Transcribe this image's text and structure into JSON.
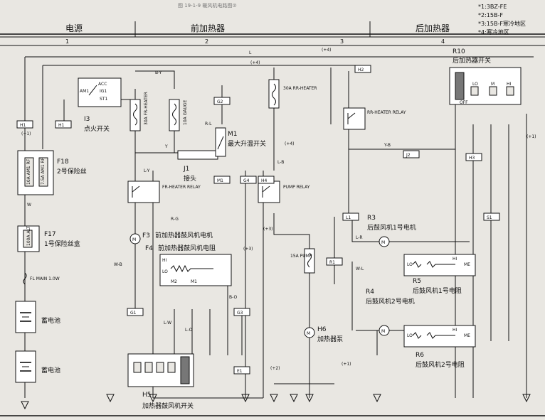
{
  "header": {
    "faint_title": "图 19-1-9  暖风机电路图②",
    "col1": "电源",
    "col2": "前加热器",
    "col3": "后加热器",
    "col_numbers": [
      "1",
      "2",
      "3",
      "4"
    ]
  },
  "legend_notes": [
    "*1:3BZ-FE",
    "*2:15B-F",
    "*3:15B-F寒冷地区",
    "*4:寒冷地区"
  ],
  "components": {
    "I3": {
      "code": "I3",
      "name": "点火开关",
      "terms": [
        "ACC",
        "IG1",
        "ST1",
        "AM1"
      ]
    },
    "F18": {
      "code": "F18",
      "name": "2号保险丝"
    },
    "F17": {
      "code": "F17",
      "name": "1号保险丝盒"
    },
    "J1": {
      "code": "J1",
      "name": "接头"
    },
    "M1": {
      "code": "M1",
      "name": "最大升温开关"
    },
    "F3": {
      "code": "F3",
      "name": "前加热器鼓风机电机"
    },
    "F4": {
      "code": "F4",
      "name": "前加热器鼓风机电阻"
    },
    "H5": {
      "code": "H5",
      "name": "加热器鼓风机开关"
    },
    "H6": {
      "code": "H6",
      "name": "加热器泵"
    },
    "R3": {
      "code": "R3",
      "name": "后鼓风机1号电机"
    },
    "R4": {
      "code": "R4",
      "name": "后鼓风机2号电机"
    },
    "R5": {
      "code": "R5",
      "name": "后鼓风机1号电阻"
    },
    "R6": {
      "code": "R6",
      "name": "后鼓风机2号电阻"
    },
    "R10": {
      "code": "R10",
      "name": "后加热器开关"
    },
    "battery1": {
      "name": "蓄电池"
    },
    "battery2": {
      "name": "蓄电池"
    }
  },
  "device_labels": {
    "fuse_heater": "30A FR-HEATER",
    "fuse_gauge": "10A GAUGE",
    "fuse_rr_heater": "30A RR-HEATER",
    "fuse_f18a": "10A AM1 RF",
    "fuse_f18b": "7.5A AM1 RF",
    "fuse_alt": "100A ALT",
    "fl_main": "FL MAIN 1.0W",
    "fuse_pump": "15A PUMP",
    "relay_fr": "FR-HEATER RELAY",
    "relay_rr": "RR-HEATER RELAY",
    "relay_pump": "PUMP RELAY",
    "res_terms": [
      "HI",
      "LO",
      "M2",
      "M1"
    ],
    "res_r_terms": [
      "HI",
      "LO",
      "ME"
    ],
    "r10_terms": [
      "OFF",
      "LO",
      "M",
      "HI"
    ]
  },
  "connectors": [
    "H1",
    "H1",
    "G1",
    "G2",
    "G3",
    "G4",
    "H2",
    "H3",
    "S1",
    "L1",
    "R1",
    "J2",
    "M1",
    "H4",
    "E1"
  ],
  "wire_labels": [
    "B-Y",
    "W-B",
    "L",
    "L-B",
    "L-W",
    "L-O",
    "L-R",
    "L-Y",
    "Y",
    "Y-B",
    "R-G",
    "R-L",
    "W",
    "W-L",
    "B-O"
  ],
  "markers": [
    "(+4)",
    "(+4)",
    "(+4)",
    "(+3)",
    "(+1)",
    "(+1)",
    "(+2)",
    "(+3)",
    "(+1)"
  ]
}
